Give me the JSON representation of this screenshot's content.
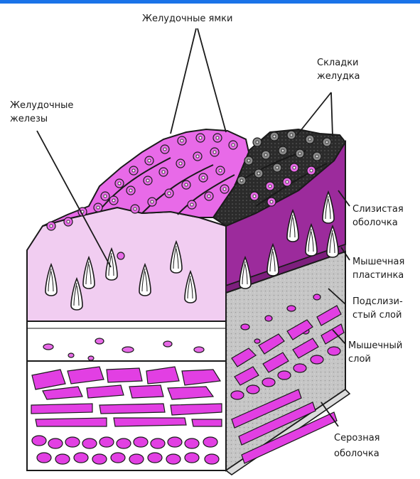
{
  "labels": {
    "gastric_pits": "Желудочные ямки",
    "gastric_folds": [
      "Складки",
      "желудка"
    ],
    "gastric_glands": [
      "Желудочные",
      "железы"
    ],
    "mucosa": [
      "Слизистая",
      "оболочка"
    ],
    "muscularis_mucosae": [
      "Мышечная",
      "пластинка"
    ],
    "submucosa": [
      "Подслизи-",
      "стый слой"
    ],
    "muscular_layer": [
      "Мышечный",
      "слой"
    ],
    "serosa": [
      "Серозная",
      "оболочка"
    ]
  },
  "colors": {
    "accent_bar": "#1a73e8",
    "mucosa_front": "#f1cdf1",
    "mucosa_side": "#9c2b9c",
    "cell_magenta": "#e23fe3",
    "submucosa_side": "#bdbdbd",
    "ink": "#1a1a1a"
  }
}
